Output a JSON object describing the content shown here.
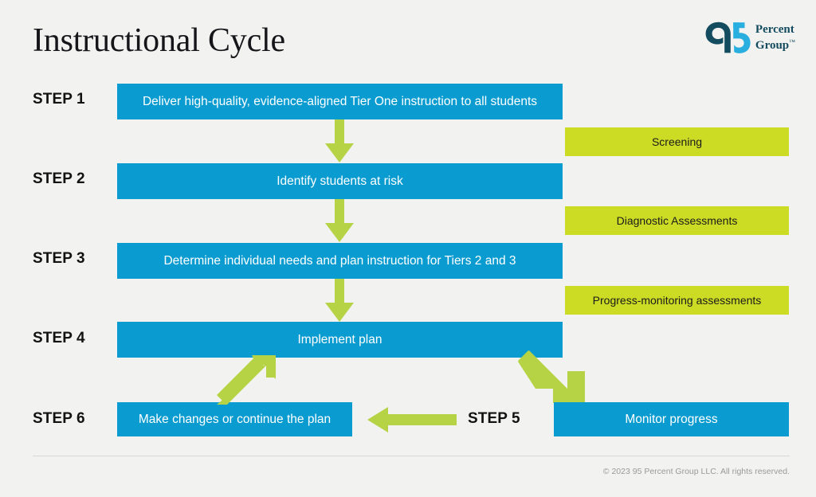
{
  "header": {
    "title": "Instructional Cycle",
    "logo": {
      "numerals": "95",
      "word_line1": "Percent",
      "word_line2": "Group",
      "trademark": "™",
      "dark_color": "#134b5f",
      "light_color": "#29aee0"
    }
  },
  "theme": {
    "background": "#f2f2f0",
    "blue": "#0a9cd0",
    "green": "#ccdb24",
    "arrow_green": "#b5d345",
    "text_dark": "#121212",
    "footer_text": "#9a9a9a"
  },
  "steps": [
    {
      "label": "STEP 1",
      "text": "Deliver high-quality, evidence-aligned Tier One instruction to all students"
    },
    {
      "label": "STEP 2",
      "text": "Identify students at risk"
    },
    {
      "label": "STEP 3",
      "text": "Determine individual needs and plan instruction for Tiers 2 and 3"
    },
    {
      "label": "STEP 4",
      "text": "Implement plan"
    },
    {
      "label": "STEP 5",
      "text": "Monitor progress"
    },
    {
      "label": "STEP 6",
      "text": "Make changes or continue the plan"
    }
  ],
  "assessments": [
    {
      "text": "Screening"
    },
    {
      "text": "Diagnostic Assessments"
    },
    {
      "text": "Progress-monitoring assessments"
    }
  ],
  "arrows": [
    {
      "name": "arrow-step1-to-step2",
      "direction": "down"
    },
    {
      "name": "arrow-step2-to-step3",
      "direction": "down"
    },
    {
      "name": "arrow-step3-to-step4",
      "direction": "down"
    },
    {
      "name": "arrow-step4-to-step5",
      "direction": "diagonal-down-right"
    },
    {
      "name": "arrow-step5-to-step6",
      "direction": "left"
    },
    {
      "name": "arrow-step6-to-step4",
      "direction": "diagonal-up-right"
    }
  ],
  "footer": {
    "copyright": "© 2023 95 Percent Group LLC. All rights reserved."
  }
}
